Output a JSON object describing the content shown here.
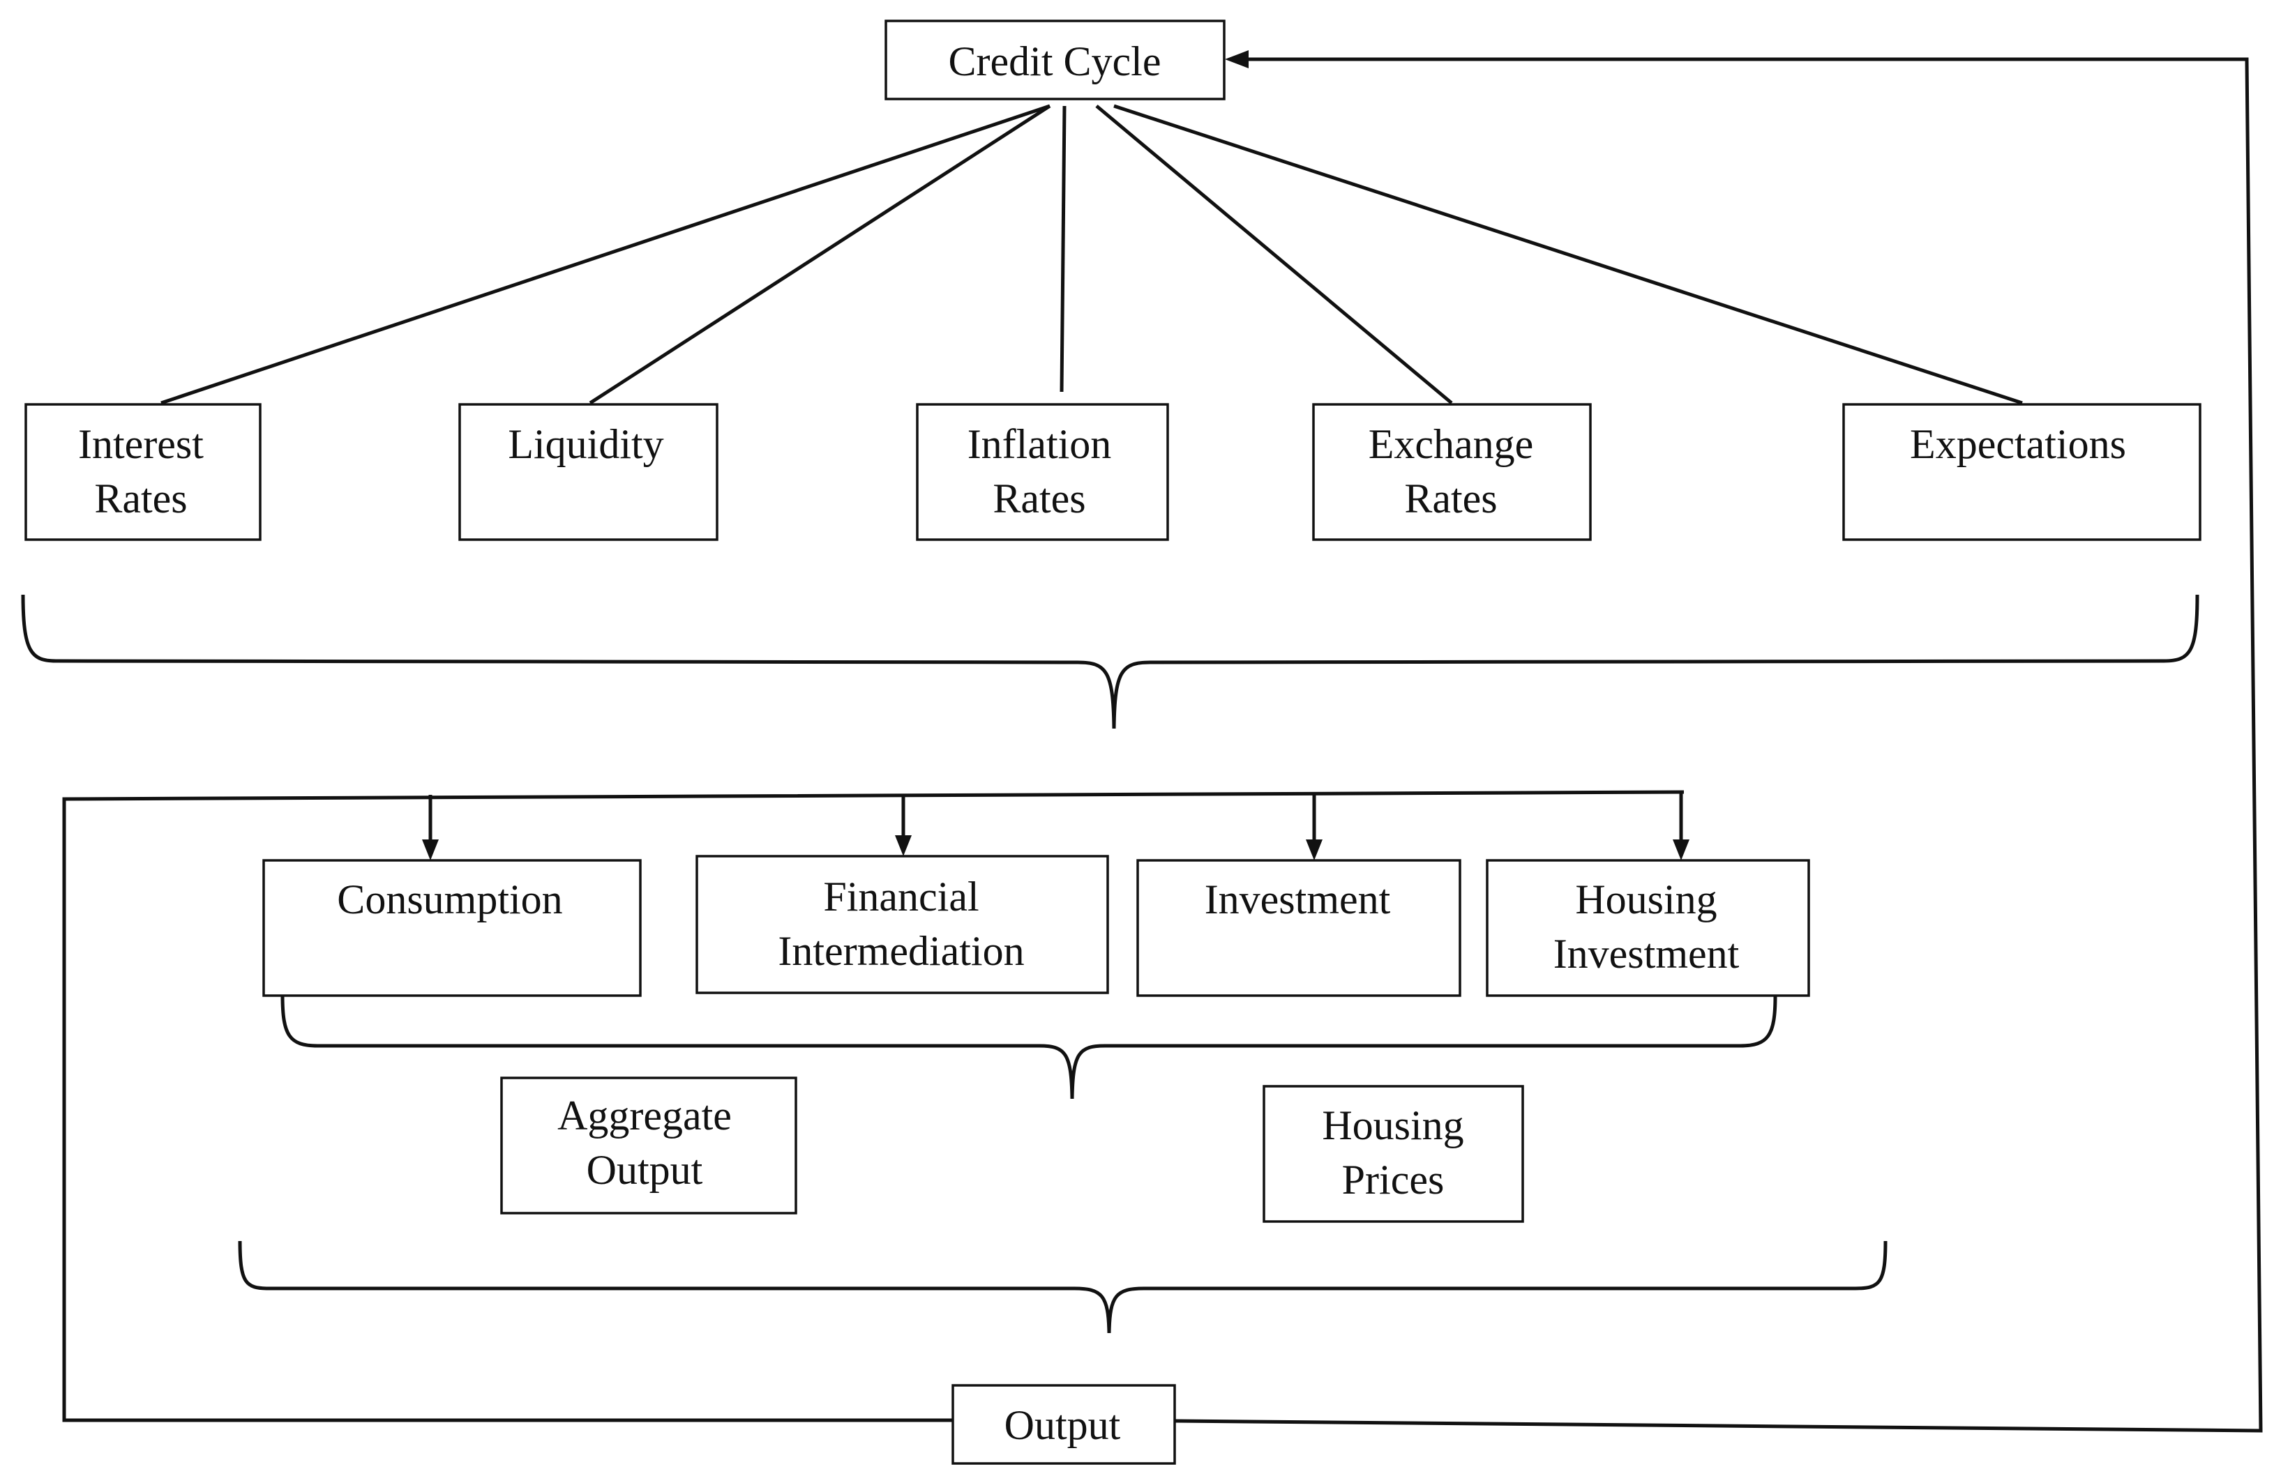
{
  "diagram": {
    "nodes": {
      "credit_cycle": {
        "lines": [
          "Credit Cycle"
        ]
      },
      "interest_rates": {
        "lines": [
          "Interest",
          "Rates"
        ]
      },
      "liquidity": {
        "lines": [
          "Liquidity"
        ]
      },
      "inflation_rates": {
        "lines": [
          "Inflation",
          "Rates"
        ]
      },
      "exchange_rates": {
        "lines": [
          "Exchange",
          "Rates"
        ]
      },
      "expectations": {
        "lines": [
          "Expectations"
        ]
      },
      "consumption": {
        "lines": [
          "Consumption"
        ]
      },
      "financial_intermediation": {
        "lines": [
          "Financial",
          "Intermediation"
        ]
      },
      "investment": {
        "lines": [
          "Investment"
        ]
      },
      "housing_investment": {
        "lines": [
          "Housing",
          "Investment"
        ]
      },
      "aggregate_output": {
        "lines": [
          "Aggregate",
          "Output"
        ]
      },
      "housing_prices": {
        "lines": [
          "Housing",
          "Prices"
        ]
      },
      "output": {
        "lines": [
          "Output"
        ]
      }
    },
    "edges": [
      {
        "from": "credit_cycle",
        "to": "interest_rates",
        "type": "line"
      },
      {
        "from": "credit_cycle",
        "to": "liquidity",
        "type": "line"
      },
      {
        "from": "credit_cycle",
        "to": "inflation_rates",
        "type": "line"
      },
      {
        "from": "credit_cycle",
        "to": "exchange_rates",
        "type": "line"
      },
      {
        "from": "credit_cycle",
        "to": "expectations",
        "type": "line"
      },
      {
        "from": "transmission_bus",
        "to": "consumption",
        "type": "arrow"
      },
      {
        "from": "transmission_bus",
        "to": "financial_intermediation",
        "type": "arrow"
      },
      {
        "from": "transmission_bus",
        "to": "investment",
        "type": "arrow"
      },
      {
        "from": "transmission_bus",
        "to": "housing_investment",
        "type": "arrow"
      },
      {
        "from": "output",
        "to": "credit_cycle",
        "type": "feedback-arrow"
      },
      {
        "from": "output",
        "to": "transmission_bus",
        "type": "feedback-line"
      }
    ],
    "braces": [
      {
        "groups": [
          "interest_rates",
          "liquidity",
          "inflation_rates",
          "exchange_rates",
          "expectations"
        ]
      },
      {
        "groups": [
          "consumption",
          "financial_intermediation",
          "investment",
          "housing_investment"
        ]
      },
      {
        "groups": [
          "aggregate_output",
          "housing_prices"
        ]
      }
    ],
    "colors": {
      "stroke": "#111111",
      "text": "#111111",
      "background": "#ffffff"
    }
  }
}
